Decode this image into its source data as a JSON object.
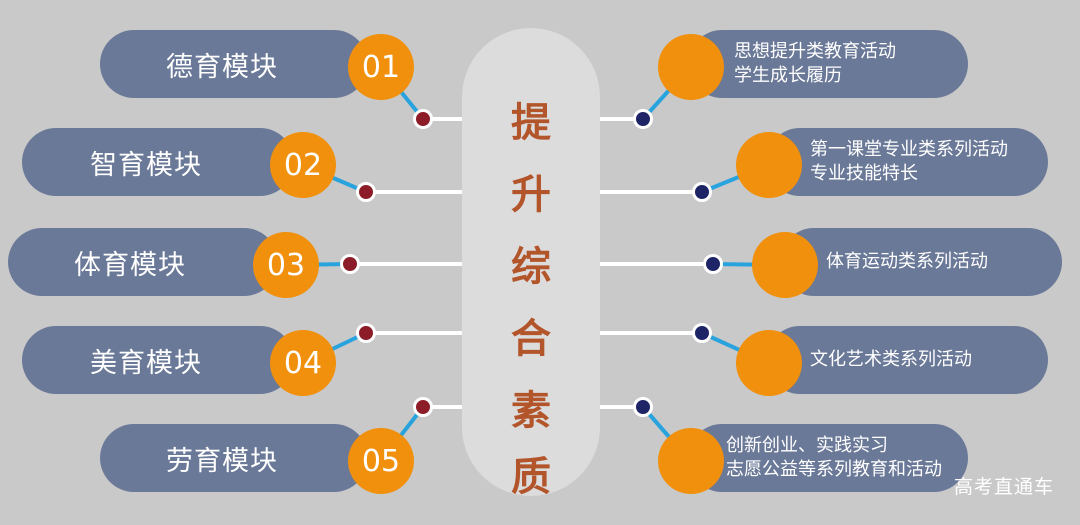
{
  "modules": [
    {
      "num": "01",
      "label": "德育模块",
      "right_lines": [
        "思想提升类教育活动",
        "学生成长履历"
      ]
    },
    {
      "num": "02",
      "label": "智育模块",
      "right_lines": [
        "第一课堂专业类系列活动",
        "专业技能特长"
      ]
    },
    {
      "num": "03",
      "label": "体育模块",
      "right_lines": [
        "体育运动类系列活动"
      ]
    },
    {
      "num": "04",
      "label": "美育模块",
      "right_lines": [
        "文化艺术类系列活动"
      ]
    },
    {
      "num": "05",
      "label": "劳育模块",
      "right_lines": [
        "创新创业、实践实习",
        "志愿公益等系列教育和活动"
      ]
    }
  ],
  "center_title": [
    "提",
    "升",
    "综",
    "合",
    "素",
    "质"
  ],
  "watermark": "高考直通车",
  "colors": {
    "background": "#c9c9c9",
    "pill": "#6b7998",
    "number_circle": "#f0900c",
    "center_text": "#b3552b",
    "connector": "#29a3dd",
    "left_dot": "#8c1c28",
    "right_dot": "#1d2566"
  }
}
